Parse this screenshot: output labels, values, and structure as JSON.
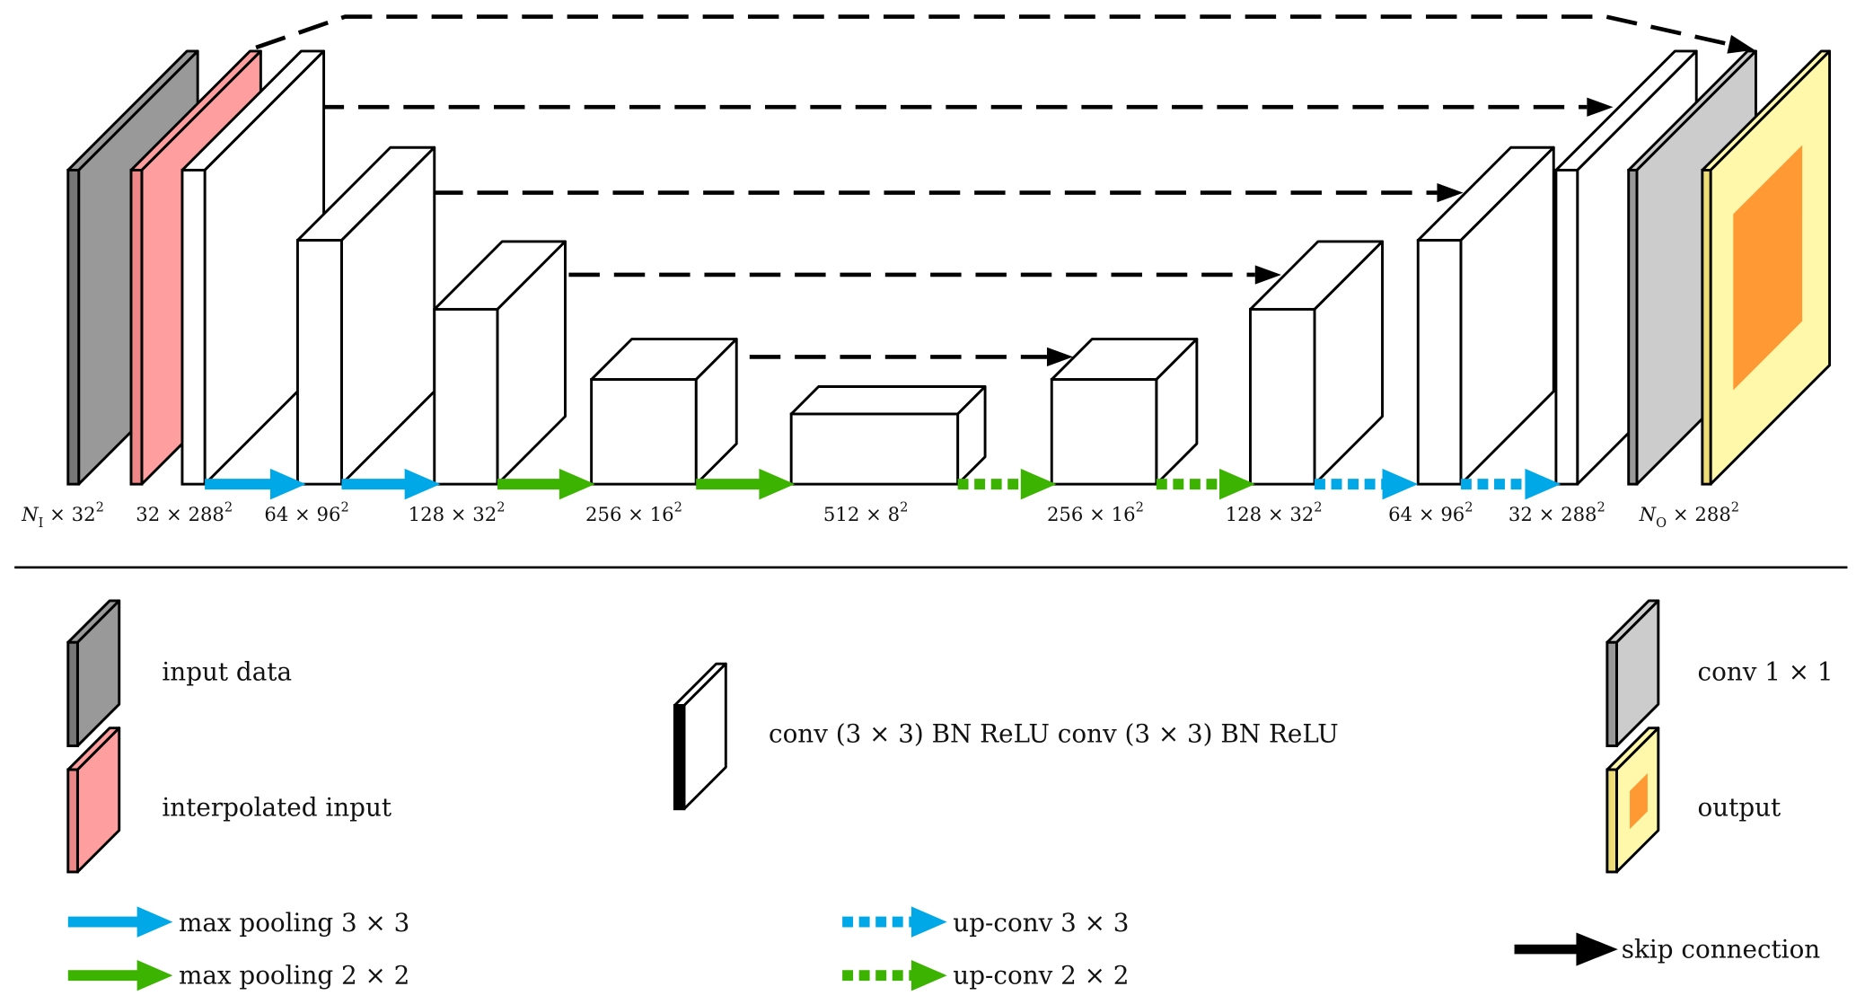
{
  "colors": {
    "input": "#999999",
    "interpolated": "#ff9e9e",
    "conv1x1": "#cccccc",
    "output_frame": "#fff7aa",
    "output_core": "#ff9933",
    "pool3": "#00a8e8",
    "pool2": "#3cb300",
    "skip": "#000000"
  },
  "layer_labels": [
    {
      "pre": "N",
      "sub": "I",
      "main": " × 32",
      "sup": "2"
    },
    {
      "pre": "",
      "sub": "",
      "main": "32 × 288",
      "sup": "2"
    },
    {
      "pre": "",
      "sub": "",
      "main": "64 × 96",
      "sup": "2"
    },
    {
      "pre": "",
      "sub": "",
      "main": "128 × 32",
      "sup": "2"
    },
    {
      "pre": "",
      "sub": "",
      "main": "256 × 16",
      "sup": "2"
    },
    {
      "pre": "",
      "sub": "",
      "main": "512 × 8",
      "sup": "2"
    },
    {
      "pre": "",
      "sub": "",
      "main": "256 × 16",
      "sup": "2"
    },
    {
      "pre": "",
      "sub": "",
      "main": "128 × 32",
      "sup": "2"
    },
    {
      "pre": "",
      "sub": "",
      "main": "64 × 96",
      "sup": "2"
    },
    {
      "pre": "",
      "sub": "",
      "main": "32 × 288",
      "sup": "2"
    },
    {
      "pre": "N",
      "sub": "O",
      "main": " × 288",
      "sup": "2"
    }
  ],
  "legend": {
    "input_data": "input data",
    "interpolated_input": "interpolated input",
    "conv_block": "conv (3 × 3) BN ReLU conv (3 × 3) BN ReLU",
    "conv1x1": "conv 1 × 1",
    "output": "output",
    "max_pool_3": "max pooling 3 × 3",
    "max_pool_2": "max pooling 2 × 2",
    "up_conv_3": "up-conv 3 × 3",
    "up_conv_2": "up-conv 2 × 2",
    "skip": "skip connection"
  }
}
